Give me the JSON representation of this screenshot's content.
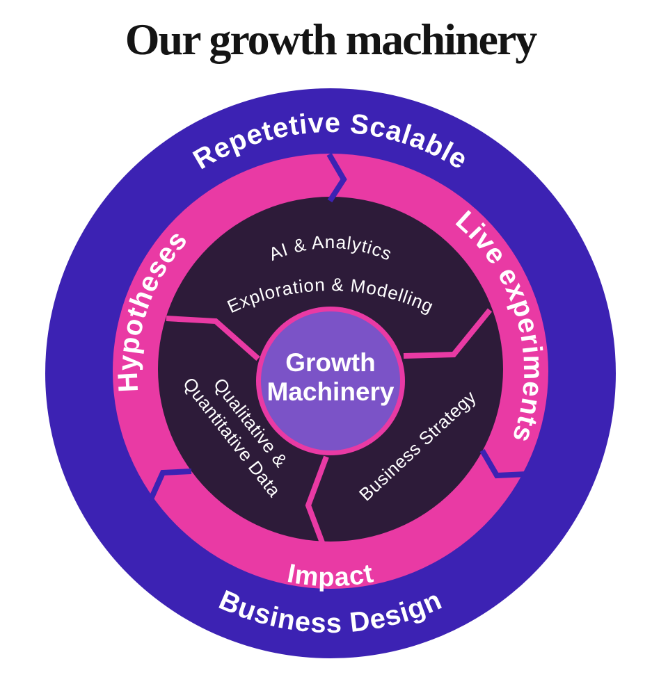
{
  "title": "Our growth machinery",
  "colors": {
    "blue": "#3C22B3",
    "pink": "#E93AA4",
    "dark": "#2D1B39",
    "purple": "#7B53C7",
    "label_text": "#FFFFFF",
    "title_text": "#141414"
  },
  "outer_ring": {
    "top_label": "Repetetive Scalable",
    "bottom_label": "Business Design"
  },
  "middle_ring": {
    "left_label": "Hypotheses",
    "right_label": "Live experiments",
    "bottom_label": "Impact"
  },
  "inner_disc": {
    "top_arc_line1": "AI & Analytics",
    "top_arc_line2": "Exploration & Modelling",
    "left_line1": "Qualitative &",
    "left_line2": "Quantitative Data",
    "right_label": "Business Strategy"
  },
  "center": {
    "line1": "Growth",
    "line2": "Machinery"
  }
}
